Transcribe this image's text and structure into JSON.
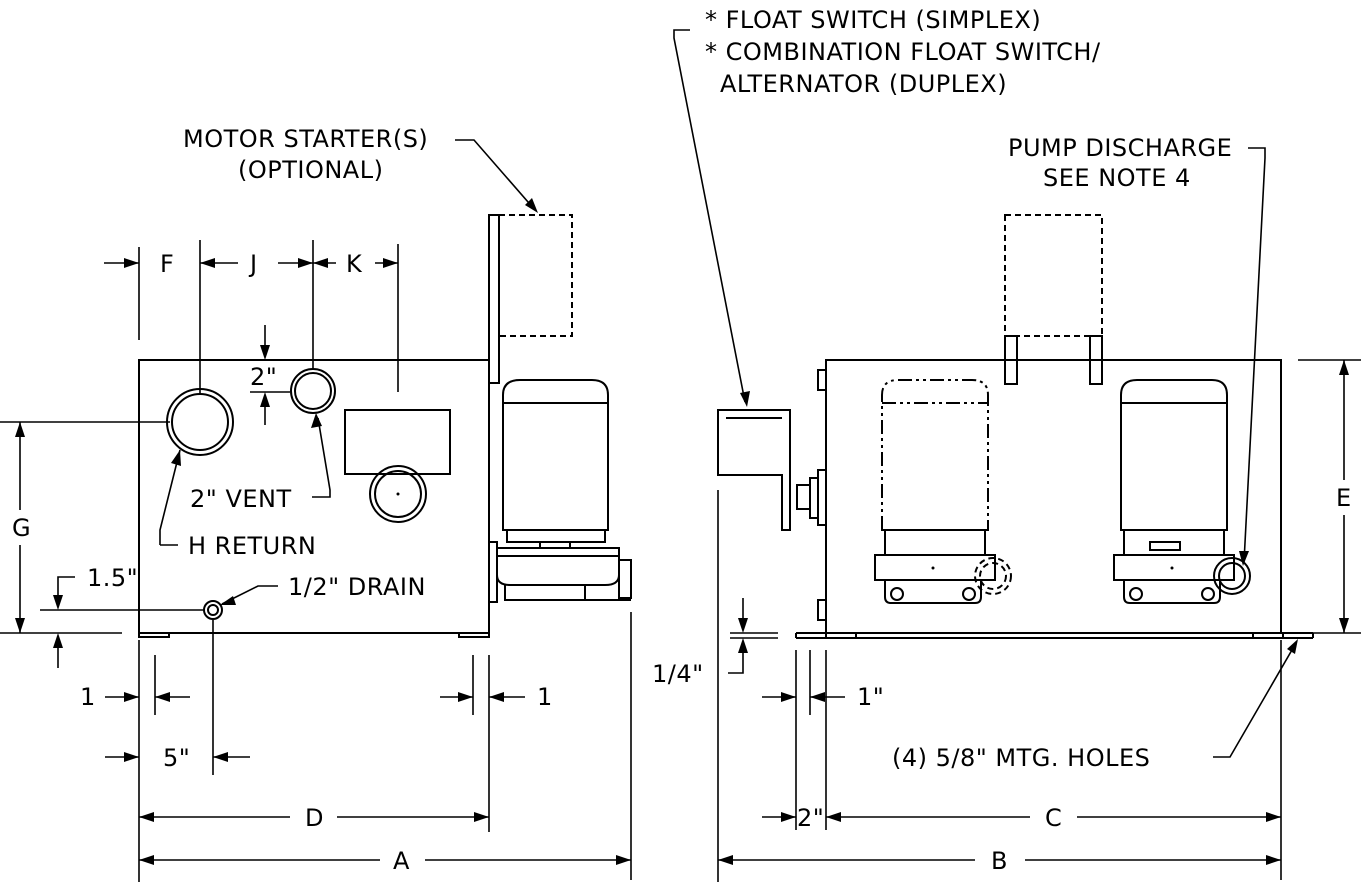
{
  "notes": {
    "float_switch_simplex": "* FLOAT SWITCH (SIMPLEX)",
    "combination_line1": "* COMBINATION FLOAT SWITCH/",
    "combination_line2": "ALTERNATOR (DUPLEX)",
    "motor_starter_line1": "MOTOR STARTER(S)",
    "motor_starter_line2": "(OPTIONAL)",
    "pump_discharge_line1": "PUMP DISCHARGE",
    "pump_discharge_line2": "SEE NOTE 4",
    "vent": "2\" VENT",
    "h_return": "H RETURN",
    "drain": "1/2\" DRAIN",
    "mtg_holes": "(4) 5/8\" MTG. HOLES"
  },
  "dimensions": {
    "F": "F",
    "J": "J",
    "K": "K",
    "G": "G",
    "E": "E",
    "A": "A",
    "B": "B",
    "C": "C",
    "D": "D",
    "vent_offset": "2\"",
    "drain_height": "1.5\"",
    "left_foot": "1",
    "right_foot": "1",
    "drain_offset": "5\"",
    "base_thickness": "1/4\"",
    "foot_offset": "1\"",
    "base_offset": "2\""
  }
}
